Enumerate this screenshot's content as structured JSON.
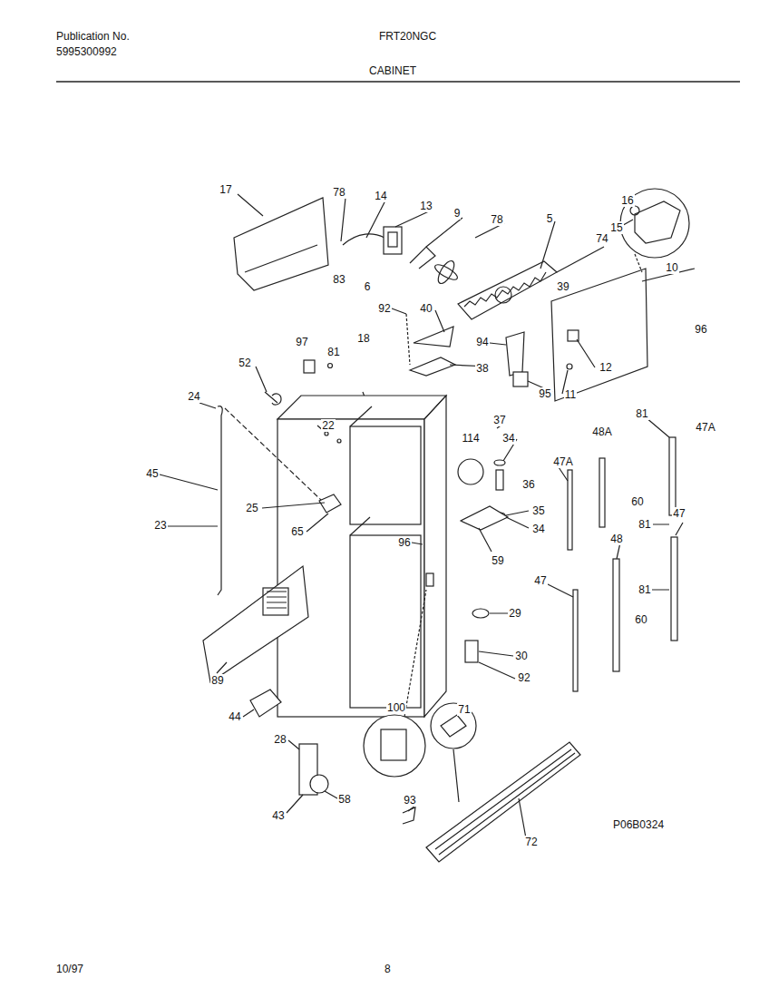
{
  "diagram": {
    "title": "CABINET",
    "labels": [
      "Publication No.",
      "5995300992",
      "FRT20NGC",
      "P06B0324",
      "10/97",
      "8",
      "17",
      "78",
      "14",
      "13",
      "9",
      "78",
      "5",
      "16",
      "15",
      "74",
      "10",
      "83",
      "6",
      "92",
      "40",
      "39",
      "96",
      "94",
      "12",
      "11",
      "95",
      "97",
      "81",
      "18",
      "52",
      "38",
      "24",
      "22",
      "37",
      "114",
      "34",
      "48A",
      "81",
      "47A",
      "45",
      "36",
      "47A",
      "60",
      "25",
      "65",
      "96",
      "35",
      "34",
      "81",
      "47",
      "23",
      "59",
      "48",
      "47",
      "81",
      "60",
      "29",
      "30",
      "92",
      "89",
      "44",
      "100",
      "71",
      "28",
      "58",
      "43",
      "93",
      "72"
    ]
  }
}
